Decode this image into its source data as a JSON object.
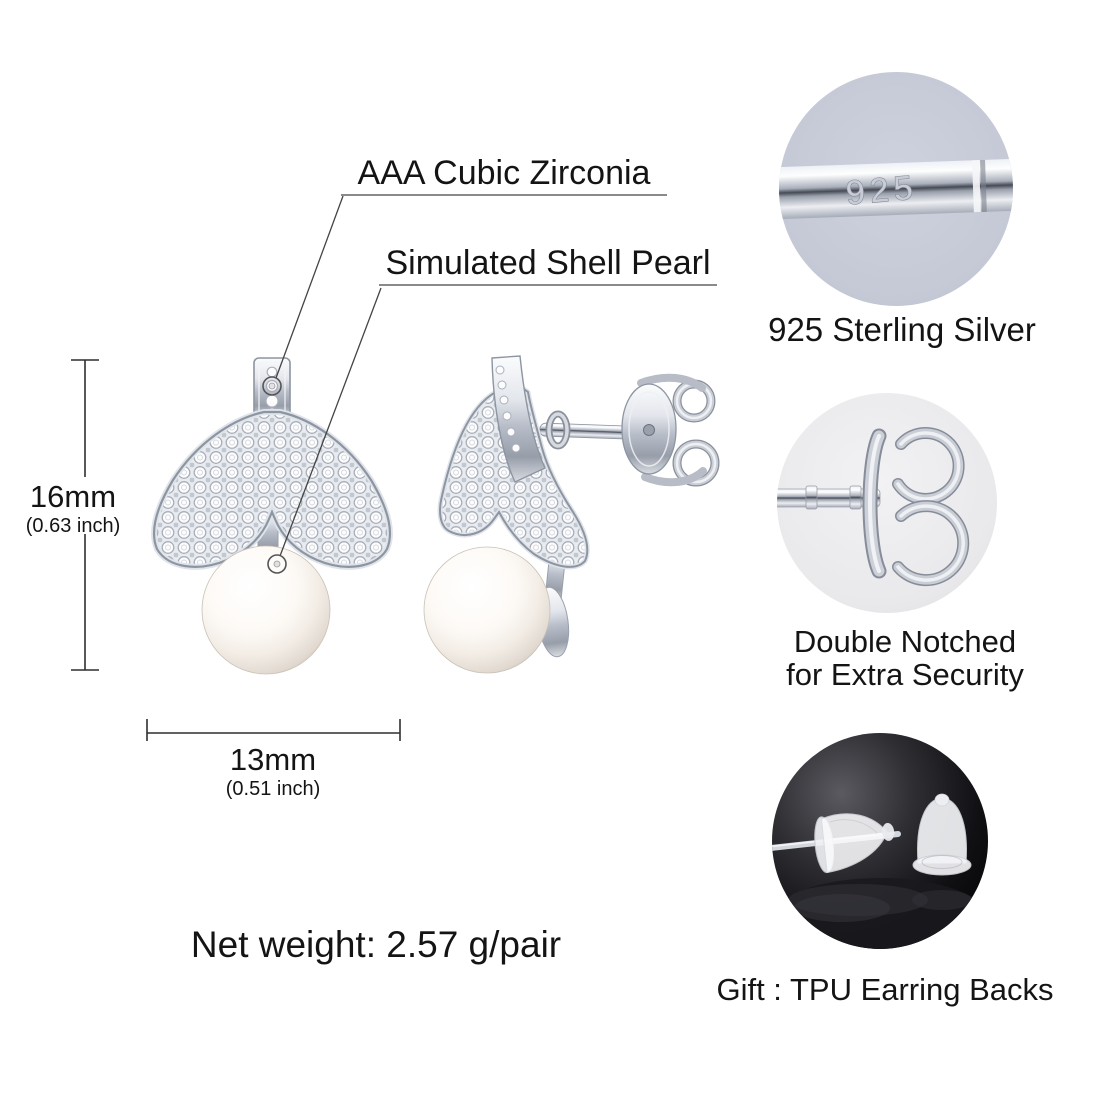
{
  "page": {
    "background": "#ffffff"
  },
  "callouts": {
    "cubic_zirconia": "AAA Cubic Zirconia",
    "shell_pearl": "Simulated Shell Pearl"
  },
  "dimensions": {
    "height_mm": "16mm",
    "height_inch": "(0.63 inch)",
    "width_mm": "13mm",
    "width_inch": "(0.51 inch)"
  },
  "net_weight": "Net weight: 2.57 g/pair",
  "details": [
    {
      "caption": "925 Sterling Silver",
      "engraving": "925"
    },
    {
      "caption_line1": "Double Notched",
      "caption_line2": "for Extra Security"
    },
    {
      "caption": "Gift : TPU Earring Backs"
    }
  ],
  "colors": {
    "text": "#141414",
    "underline": "#8a8a8a",
    "leader_line": "#444444",
    "dimension_line": "#2f2f2f",
    "detail_circle_silver_bg": "#c5c9d6",
    "detail_circle_gray_bg": "#ebebee",
    "detail_circle_dark_bg": "#0a0a0c",
    "metal_silver": "#c9cdd5",
    "pearl": "#f5efe8"
  }
}
